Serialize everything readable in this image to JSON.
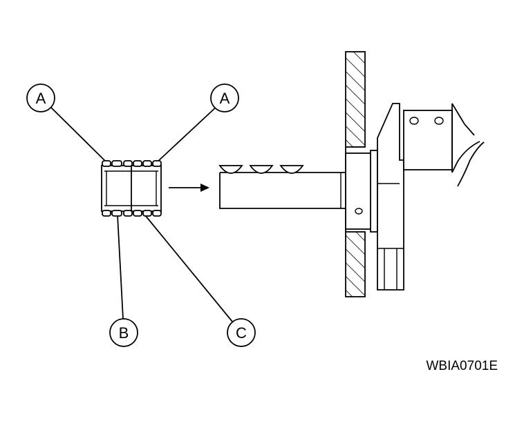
{
  "diagram": {
    "callouts": {
      "a_left": "A",
      "a_right": "A",
      "b": "B",
      "c": "C"
    },
    "figure_code": "WBIA0701E"
  }
}
